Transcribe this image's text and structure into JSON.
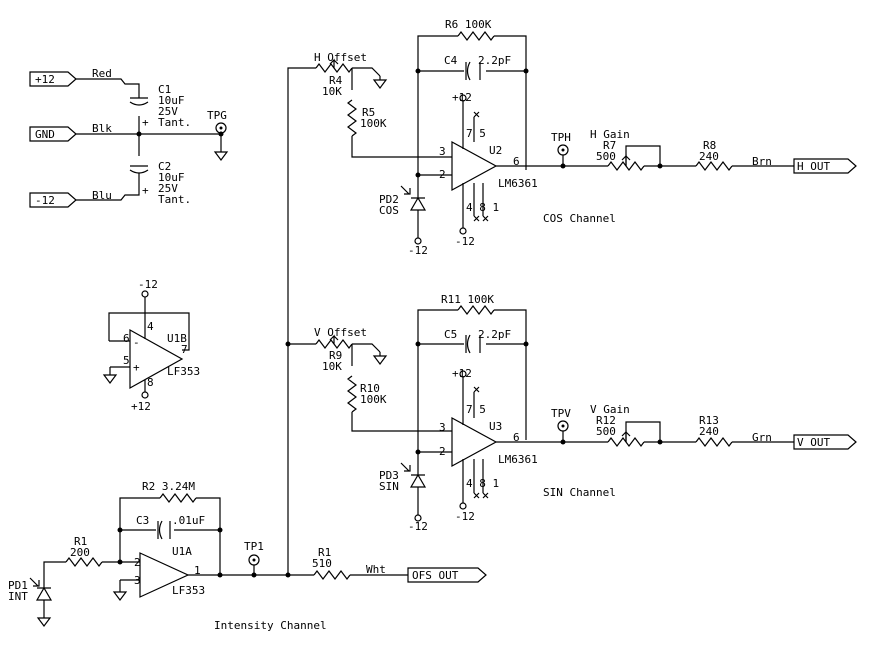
{
  "power": {
    "plus12": "+12",
    "gnd": "GND",
    "minus12": "-12",
    "red": "Red",
    "blk": "Blk",
    "blu": "Blu",
    "c1": {
      "ref": "C1",
      "value": "10uF",
      "voltage": "25V",
      "type": "Tant."
    },
    "c2": {
      "ref": "C2",
      "value": "10uF",
      "voltage": "25V",
      "type": "Tant."
    },
    "tpg": "TPG"
  },
  "u1b": {
    "ref": "U1B",
    "part": "LF353",
    "pin4": "4",
    "pin6": "6",
    "pin5": "5",
    "pin7": "7",
    "pin8": "8",
    "supply_top": "-12",
    "supply_bottom": "+12",
    "minus": "-",
    "plus": "+"
  },
  "cos": {
    "r6": "R6 100K",
    "c4": "C4",
    "c4v": "2.2pF",
    "offset": "H Offset",
    "r4": "R4",
    "r4v": "10K",
    "r5": "R5",
    "r5v": "100K",
    "supply_top": "+12",
    "supply_bottom": "-12",
    "pd": "PD2",
    "pdname": "COS",
    "pd_supply": "-12",
    "u": "U2",
    "part": "LM6361",
    "pin3": "3",
    "pin2": "2",
    "pin6": "6",
    "pin75": "7 5",
    "pin481": "4 8 1",
    "tp": "TPH",
    "gain": "H Gain",
    "r7": "R7",
    "r7v": "500",
    "r8": "R8",
    "r8v": "240",
    "wire": "Brn",
    "out": "H OUT",
    "title": "COS Channel"
  },
  "sin": {
    "r11": "R11 100K",
    "c5": "C5",
    "c5v": "2.2pF",
    "offset": "V Offset",
    "r9": "R9",
    "r9v": "10K",
    "r10": "R10",
    "r10v": "100K",
    "supply_top": "+12",
    "supply_bottom": "-12",
    "pd": "PD3",
    "pdname": "SIN",
    "pd_supply": "-12",
    "u": "U3",
    "part": "LM6361",
    "pin3": "3",
    "pin2": "2",
    "pin6": "6",
    "pin75": "7 5",
    "pin481": "4 8 1",
    "tp": "TPV",
    "gain": "V Gain",
    "r12": "R12",
    "r12v": "500",
    "r13": "R13",
    "r13v": "240",
    "wire": "Grn",
    "out": "V OUT",
    "title": "SIN Channel"
  },
  "intensity": {
    "r2": "R2 3.24M",
    "c3": "C3",
    "c3v": ".01uF",
    "r1a": "R1",
    "r1av": "200",
    "pd": "PD1",
    "pdname": "INT",
    "u": "U1A",
    "part": "LF353",
    "pin2": "2",
    "pin3": "3",
    "pin1": "1",
    "tp": "TP1",
    "r1b": "R1",
    "r1bv": "510",
    "wire": "Wht",
    "out": "OFS OUT",
    "title": "Intensity Channel"
  }
}
